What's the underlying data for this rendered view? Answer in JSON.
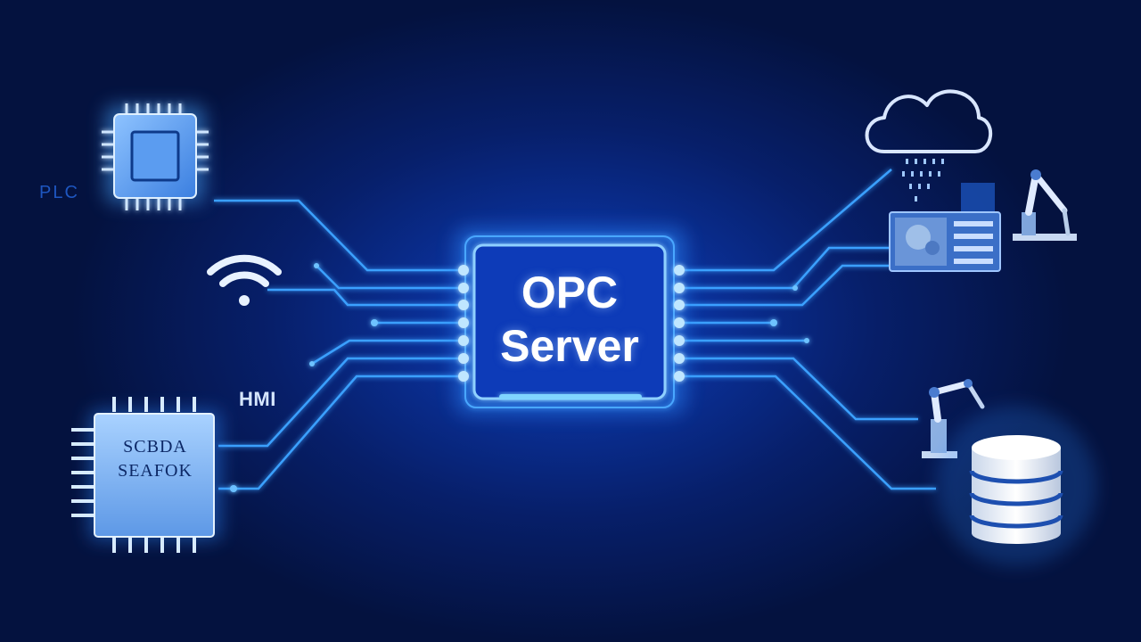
{
  "diagram": {
    "center_node": {
      "line1": "OPC",
      "line2": "Server"
    },
    "left_nodes": [
      {
        "label": "PLC",
        "icon": "chip-icon"
      },
      {
        "label": "",
        "icon": "wifi-icon"
      },
      {
        "label": "HMI",
        "icon": ""
      },
      {
        "label": "SCBDA\nSEAFOK",
        "icon": "chip-icon"
      }
    ],
    "right_nodes": [
      {
        "label": "",
        "icon": "cloud-icon"
      },
      {
        "label": "",
        "icon": "dashboard-monitor-icon"
      },
      {
        "label": "",
        "icon": "robot-arm-icon"
      },
      {
        "label": "",
        "icon": "database-icon"
      }
    ]
  },
  "colors": {
    "background": "#071f6a",
    "glow": "#2f8bff",
    "trace": "#3aa0ff",
    "server_fill": "#0b3ab8",
    "text": "#ffffff"
  }
}
